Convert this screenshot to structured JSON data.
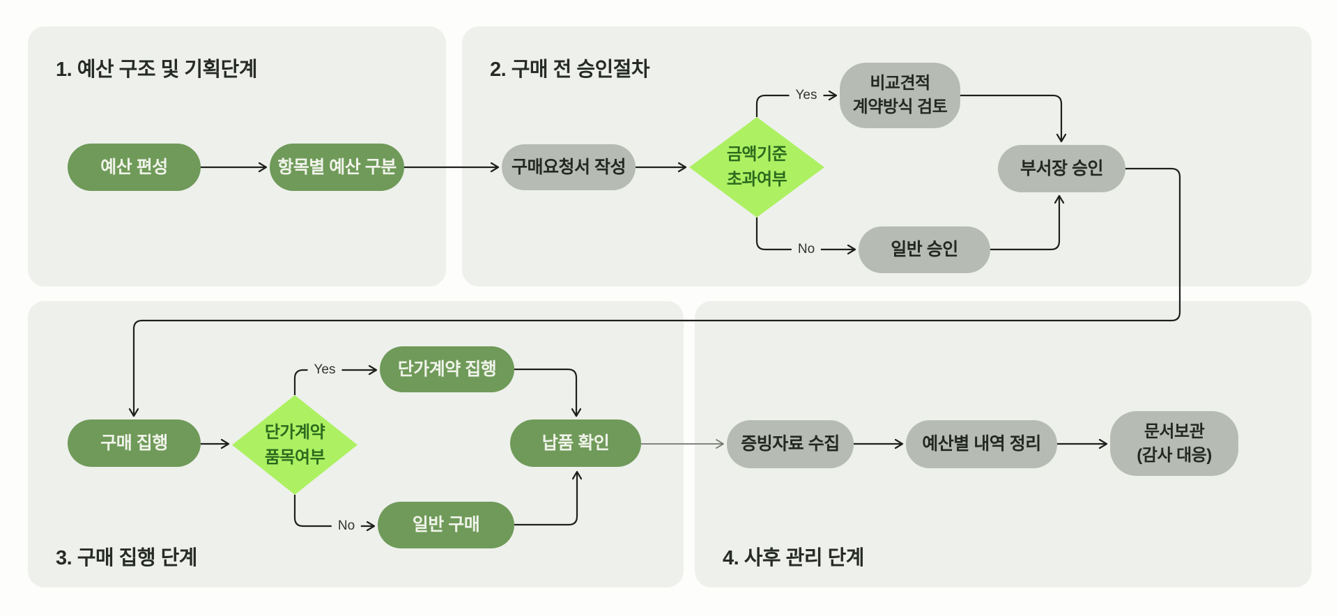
{
  "diagram": {
    "sections": {
      "s1": {
        "title": "1. 예산 구조 및 기획단계"
      },
      "s2": {
        "title": "2. 구매 전 승인절차"
      },
      "s3": {
        "title": "3. 구매 집행 단계"
      },
      "s4": {
        "title": "4. 사후 관리 단계"
      }
    },
    "nodes": {
      "budget_preparation": "예산 편성",
      "budget_item_classification": "항목별 예산 구분",
      "purchase_request_write": "구매요청서 작성",
      "amount_threshold_check": "금액기준\n초과여부",
      "comparative_quote_review": "비교견적\n계약방식 검토",
      "general_approval": "일반 승인",
      "department_head_approval": "부서장 승인",
      "purchase_execution": "구매 집행",
      "unit_price_item_check": "단가계약\n품목여부",
      "unit_price_contract_execution": "단가계약 집행",
      "general_purchase": "일반 구매",
      "delivery_confirmation": "납품 확인",
      "evidence_collection": "증빙자료 수집",
      "budget_ledger_organization": "예산별 내역 정리",
      "document_archiving": "문서보관\n(감사 대응)"
    },
    "edge_labels": {
      "yes": "Yes",
      "no": "No"
    },
    "colors": {
      "page_bg": "#fdfdfb",
      "panel_bg": "#eef0ec",
      "process_green": "#6f9a59",
      "process_green_text": "#f0f3ea",
      "process_gray": "#b6bcb4",
      "process_gray_text": "#24281f",
      "decision_fill": "#adf163",
      "decision_text": "#2d6a1e",
      "connector": "#1d1f1c",
      "connector_light": "#70756d",
      "title_text": "#272b26"
    }
  }
}
